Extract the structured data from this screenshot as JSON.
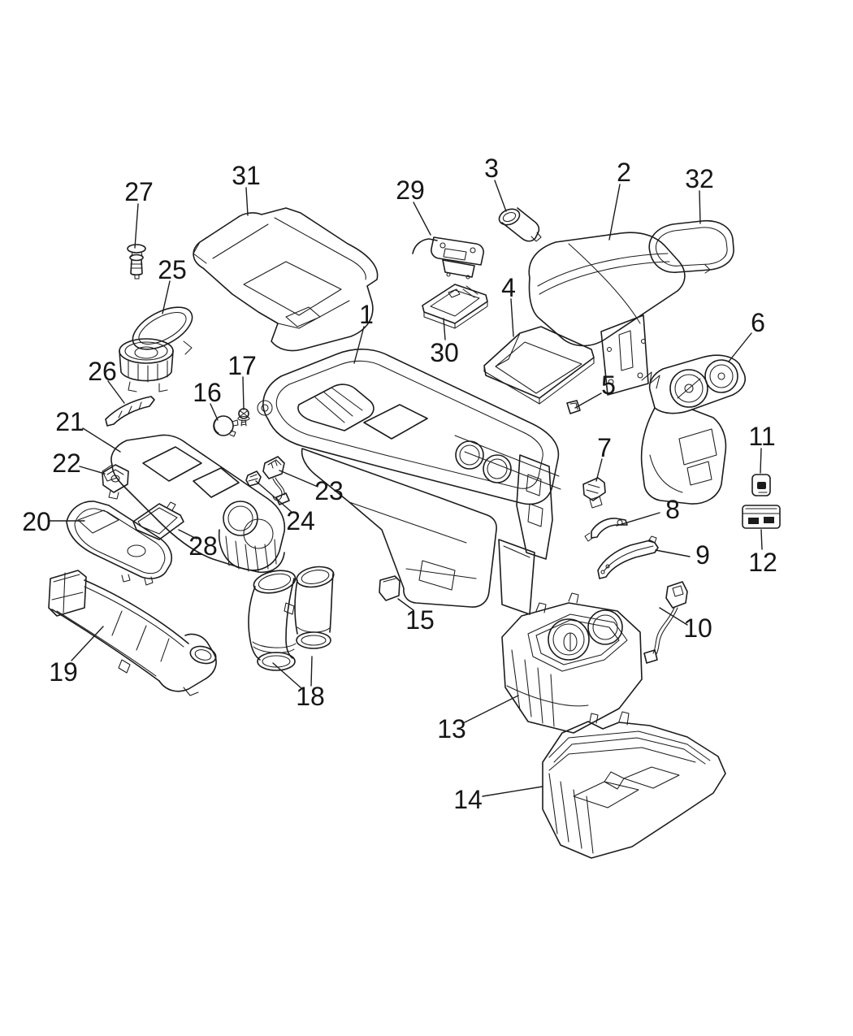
{
  "diagram": {
    "kind": "exploded-parts-line-drawing",
    "background_color": "#ffffff",
    "line_color": "#1c1c1c",
    "text_color": "#161616",
    "callouts": [
      {
        "label": "1"
      },
      {
        "label": "2"
      },
      {
        "label": "3"
      },
      {
        "label": "4"
      },
      {
        "label": "5"
      },
      {
        "label": "6"
      },
      {
        "label": "7"
      },
      {
        "label": "8"
      },
      {
        "label": "9"
      },
      {
        "label": "10"
      },
      {
        "label": "11"
      },
      {
        "label": "12"
      },
      {
        "label": "13"
      },
      {
        "label": "14"
      },
      {
        "label": "15"
      },
      {
        "label": "16"
      },
      {
        "label": "17"
      },
      {
        "label": "18"
      },
      {
        "label": "19"
      },
      {
        "label": "20"
      },
      {
        "label": "21"
      },
      {
        "label": "22"
      },
      {
        "label": "23"
      },
      {
        "label": "24"
      },
      {
        "label": "25"
      },
      {
        "label": "26"
      },
      {
        "label": "27"
      },
      {
        "label": "28"
      },
      {
        "label": "29"
      },
      {
        "label": "30"
      },
      {
        "label": "31"
      },
      {
        "label": "32"
      }
    ]
  }
}
